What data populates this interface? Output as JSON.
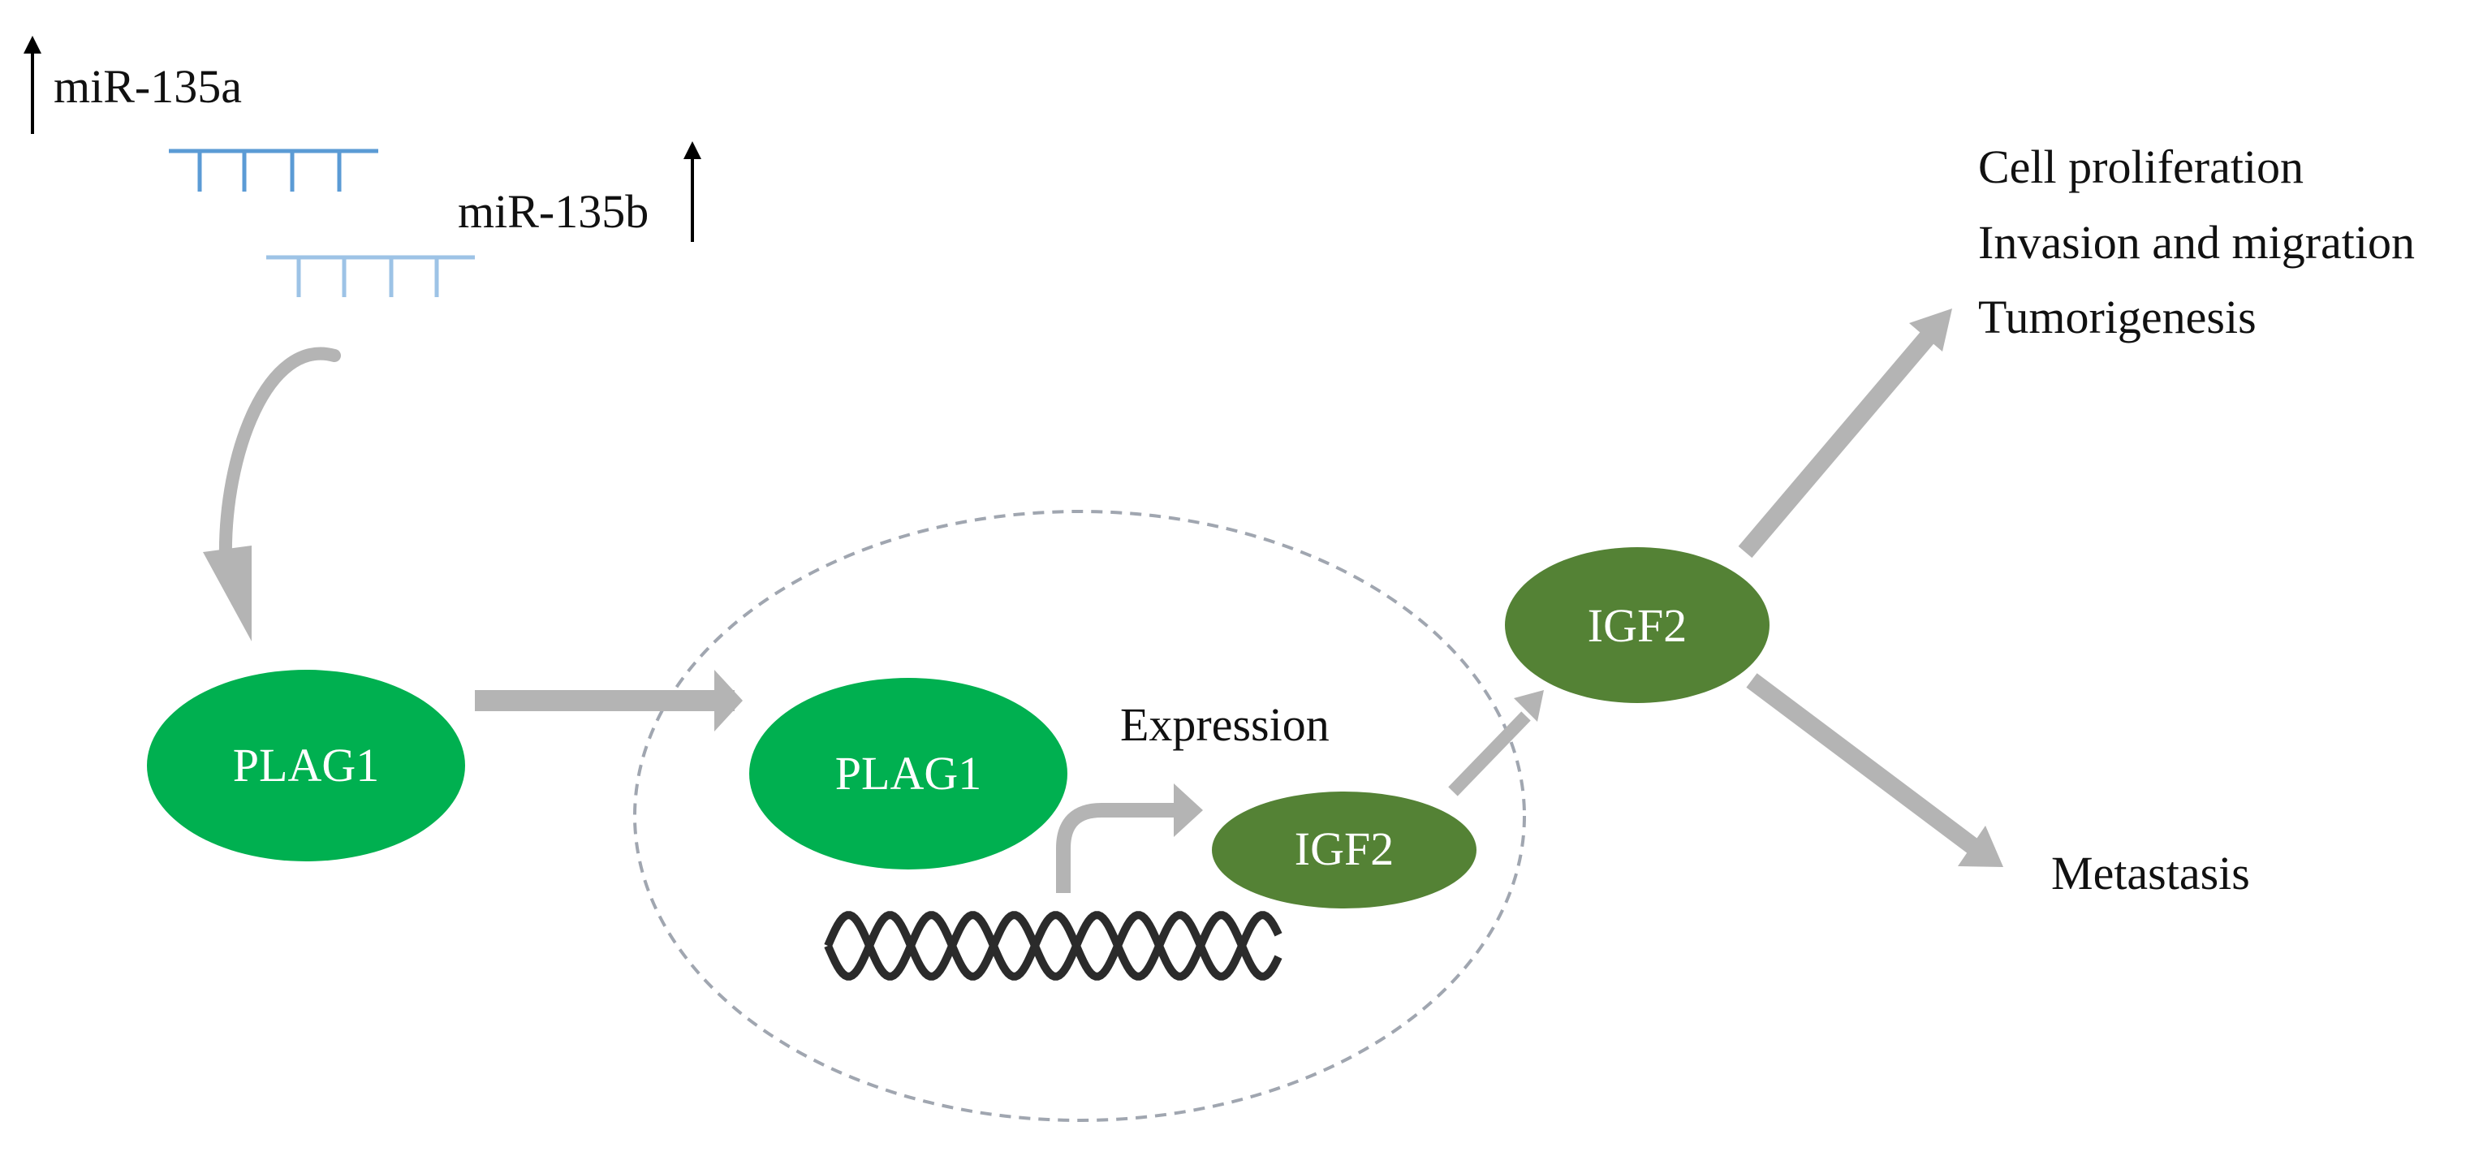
{
  "mirnas": [
    {
      "label": "miR-135a",
      "trend_icon": "up-arrow-icon"
    },
    {
      "label": "miR-135b",
      "trend_icon": "up-arrow-icon"
    }
  ],
  "nodes": {
    "plag1_cytoplasm": "PLAG1",
    "plag1_nucleus": "PLAG1",
    "igf2_nucleus": "IGF2",
    "igf2_secreted": "IGF2"
  },
  "labels": {
    "expression": "Expression",
    "outcomes_upper": [
      "Cell proliferation",
      "Invasion and migration",
      "Tumorigenesis"
    ],
    "outcome_lower": "Metastasis"
  },
  "colors": {
    "plag1": "#00B050",
    "igf2": "#548235",
    "arrow": "#B4B4B4",
    "mirna_a": "#5B9BD5",
    "mirna_b": "#9DC3E6",
    "dna": "#2B2B2B",
    "nucleus_border": "#A0A6B0"
  },
  "icons": {
    "dna": "dna-helix-icon",
    "promoter": "promoter-arrow-icon"
  }
}
